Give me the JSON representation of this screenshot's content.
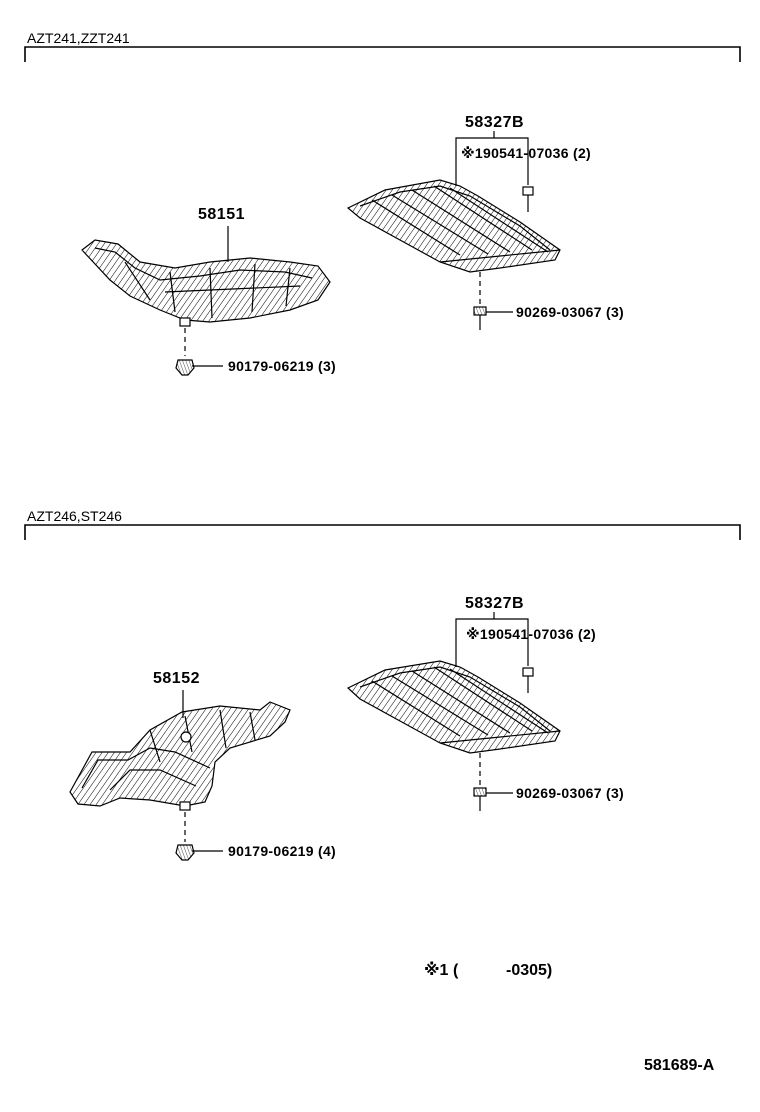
{
  "sections": [
    {
      "title": "AZT241,ZZT241",
      "parts": {
        "left_shield": "58151",
        "left_nut": "90179-06219 (3)",
        "right_shield": "58327B",
        "right_clip": "※190541-07036 (2)",
        "right_bolt": "90269-03067 (3)"
      }
    },
    {
      "title": "AZT246,ST246",
      "parts": {
        "left_shield": "58152",
        "left_nut": "90179-06219 (4)",
        "right_shield": "58327B",
        "right_clip": "※190541-07036 (2)",
        "right_bolt": "90269-03067 (3)"
      }
    }
  ],
  "footnote": {
    "mark": "※1",
    "open": "(",
    "range": "-0305)"
  },
  "diagram_id": "581689-A"
}
